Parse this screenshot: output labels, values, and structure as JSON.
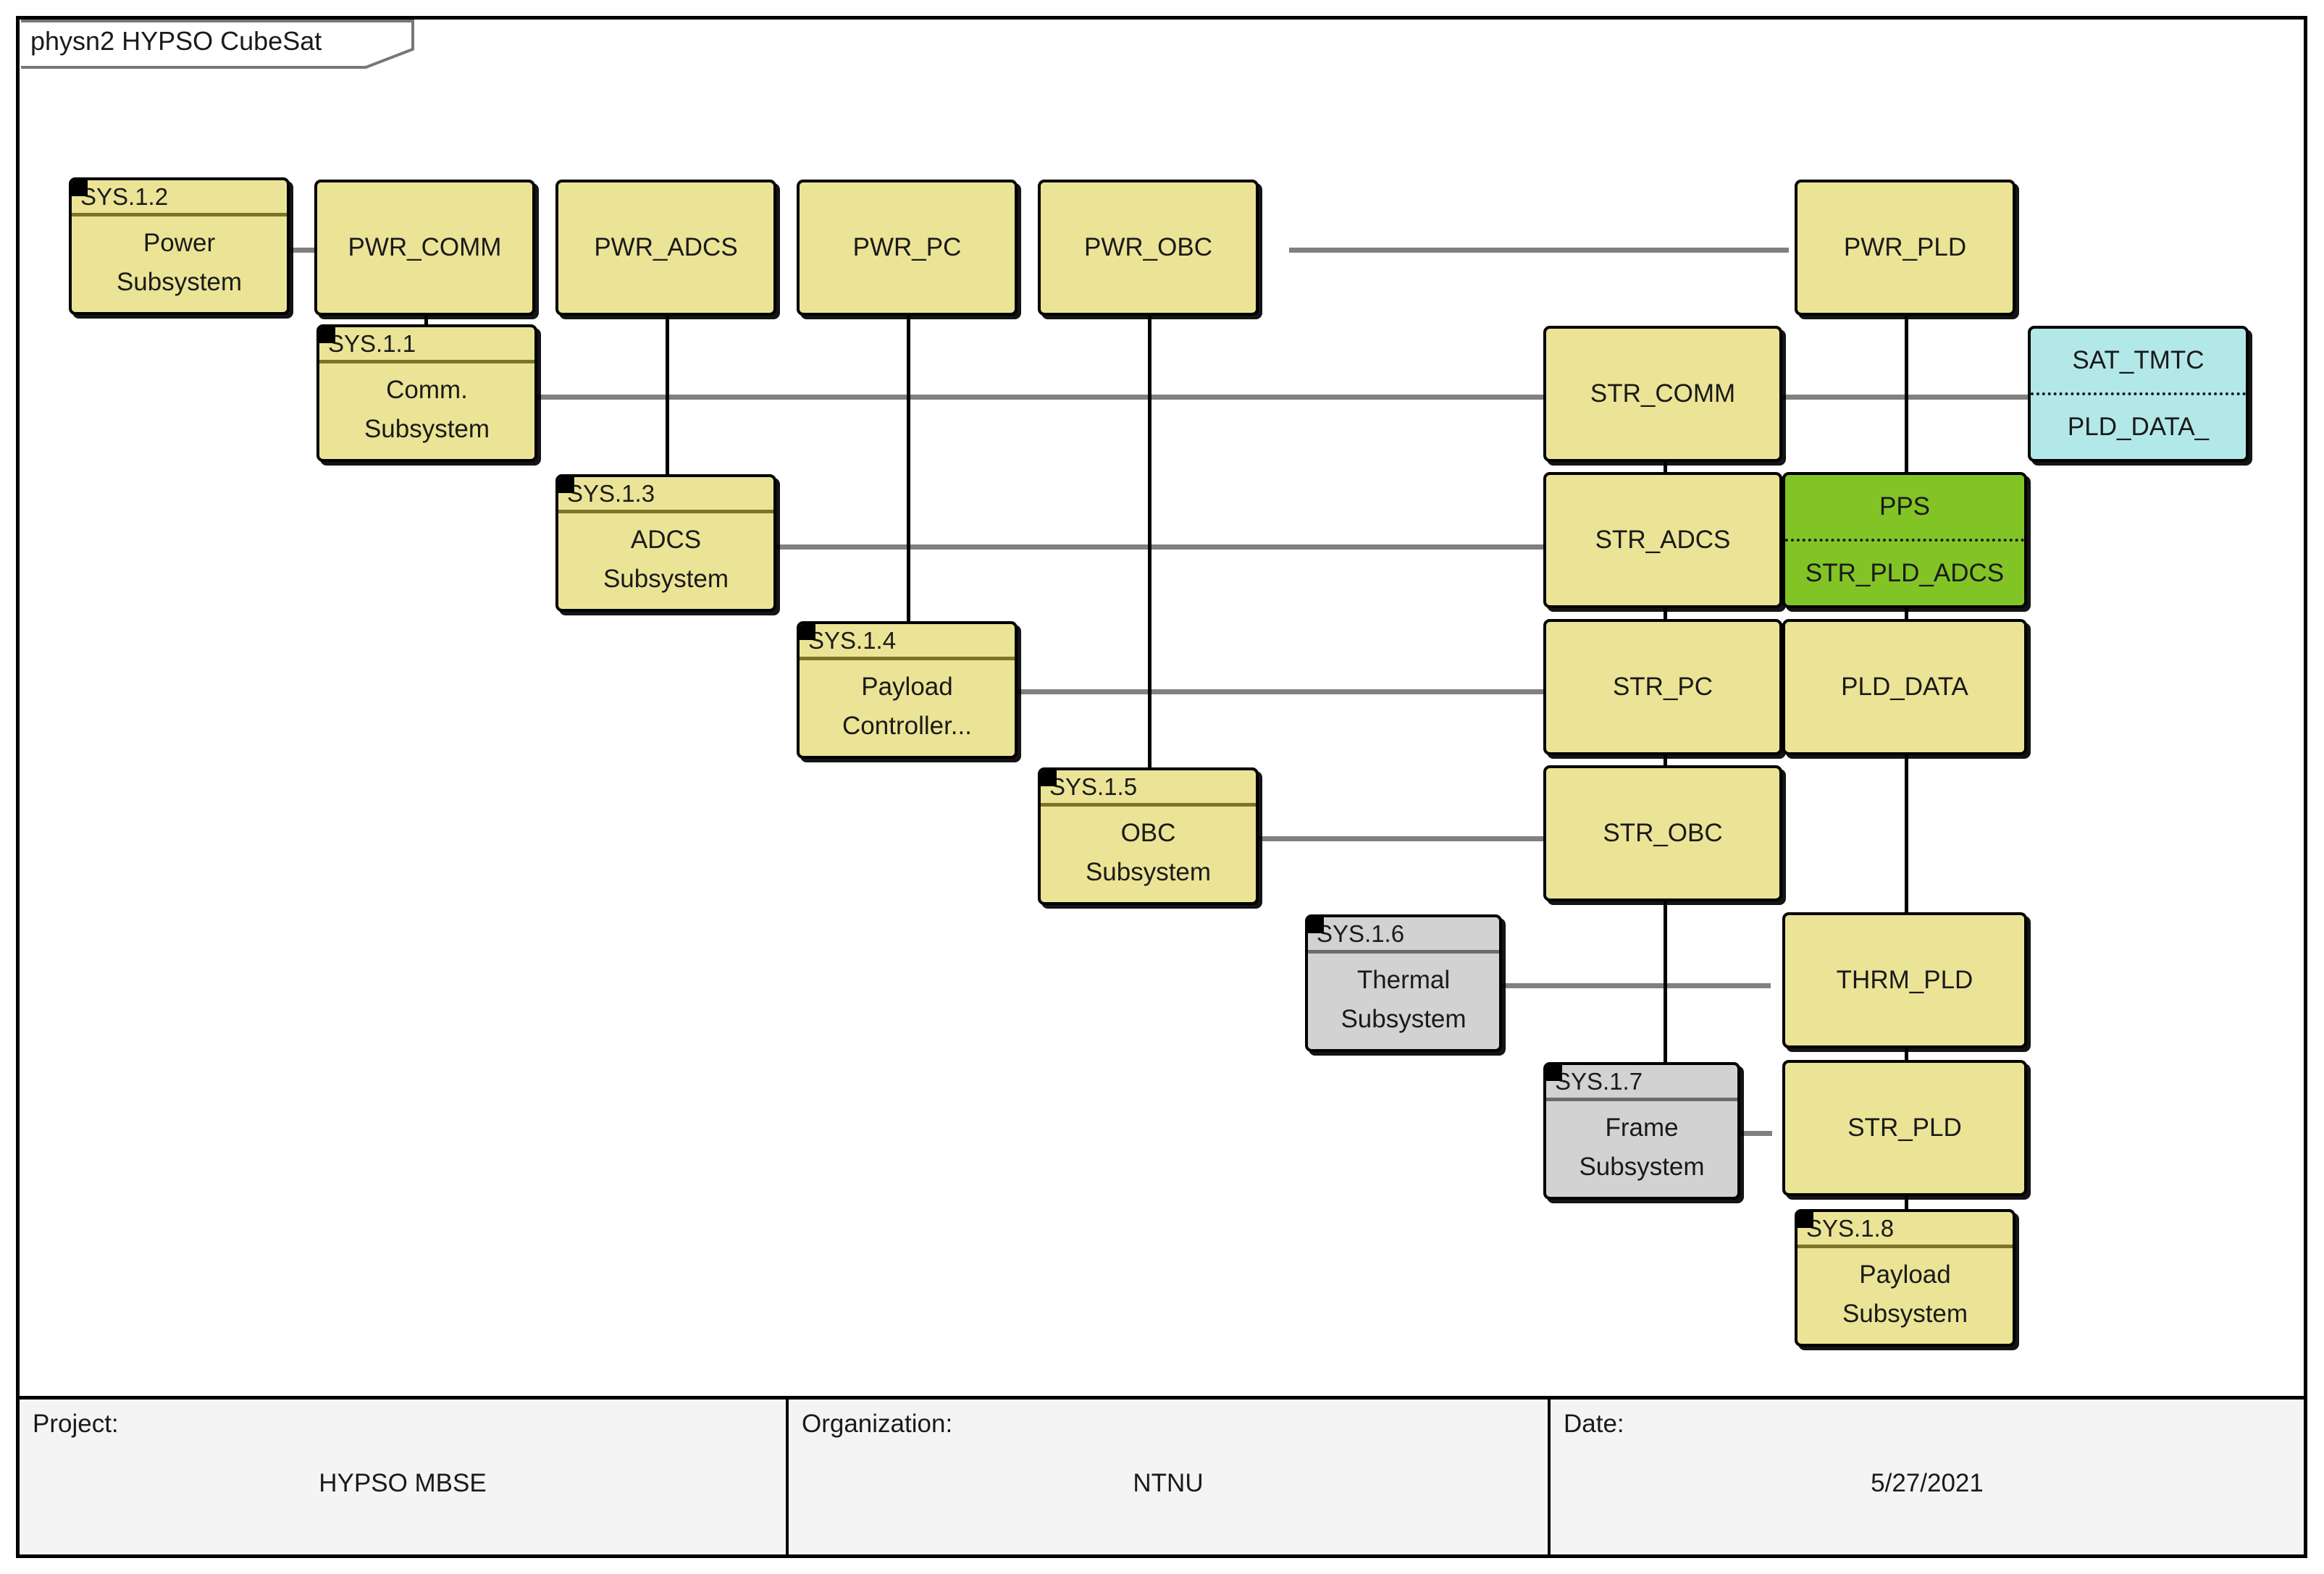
{
  "diagram": {
    "title": "physn2 HYPSO CubeSat",
    "colors": {
      "block_yellow": "#ebe496",
      "block_grey": "#d2d2d2",
      "port_cyan": "#b3e8e8",
      "port_green": "#82c425",
      "border": "#000000",
      "hconnector": "#808080",
      "vconnector": "#000000",
      "footer_bg": "#f4f4f4"
    }
  },
  "subsystems": [
    {
      "id": "SYS.1.2",
      "line1": "Power",
      "line2": "Subsystem",
      "style": "yellow"
    },
    {
      "id": "SYS.1.1",
      "line1": "Comm.",
      "line2": "Subsystem",
      "style": "yellow"
    },
    {
      "id": "SYS.1.3",
      "line1": "ADCS",
      "line2": "Subsystem",
      "style": "yellow"
    },
    {
      "id": "SYS.1.4",
      "line1": "Payload",
      "line2": "Controller...",
      "style": "yellow"
    },
    {
      "id": "SYS.1.5",
      "line1": "OBC",
      "line2": "Subsystem",
      "style": "yellow"
    },
    {
      "id": "SYS.1.6",
      "line1": "Thermal",
      "line2": "Subsystem",
      "style": "grey"
    },
    {
      "id": "SYS.1.7",
      "line1": "Frame",
      "line2": "Subsystem",
      "style": "grey"
    },
    {
      "id": "SYS.1.8",
      "line1": "Payload",
      "line2": "Subsystem",
      "style": "yellow"
    }
  ],
  "interfaces": {
    "power": [
      {
        "name": "PWR_COMM"
      },
      {
        "name": "PWR_ADCS"
      },
      {
        "name": "PWR_PC"
      },
      {
        "name": "PWR_OBC"
      },
      {
        "name": "PWR_PLD"
      }
    ],
    "structure": [
      {
        "name": "STR_COMM"
      },
      {
        "name": "STR_ADCS"
      },
      {
        "name": "STR_PC"
      },
      {
        "name": "STR_OBC"
      },
      {
        "name": "STR_PLD"
      }
    ],
    "payload": [
      {
        "name": "PLD_DATA"
      },
      {
        "name": "THRM_PLD"
      }
    ]
  },
  "ports": [
    {
      "top": "SAT_TMTC",
      "bottom": "PLD_DATA_",
      "style": "cyan"
    },
    {
      "top": "PPS",
      "bottom": "STR_PLD_ADCS",
      "style": "green"
    }
  ],
  "footer": {
    "project_label": "Project:",
    "project_value": "HYPSO MBSE",
    "organization_label": "Organization:",
    "organization_value": "NTNU",
    "date_label": "Date:",
    "date_value": "5/27/2021"
  }
}
